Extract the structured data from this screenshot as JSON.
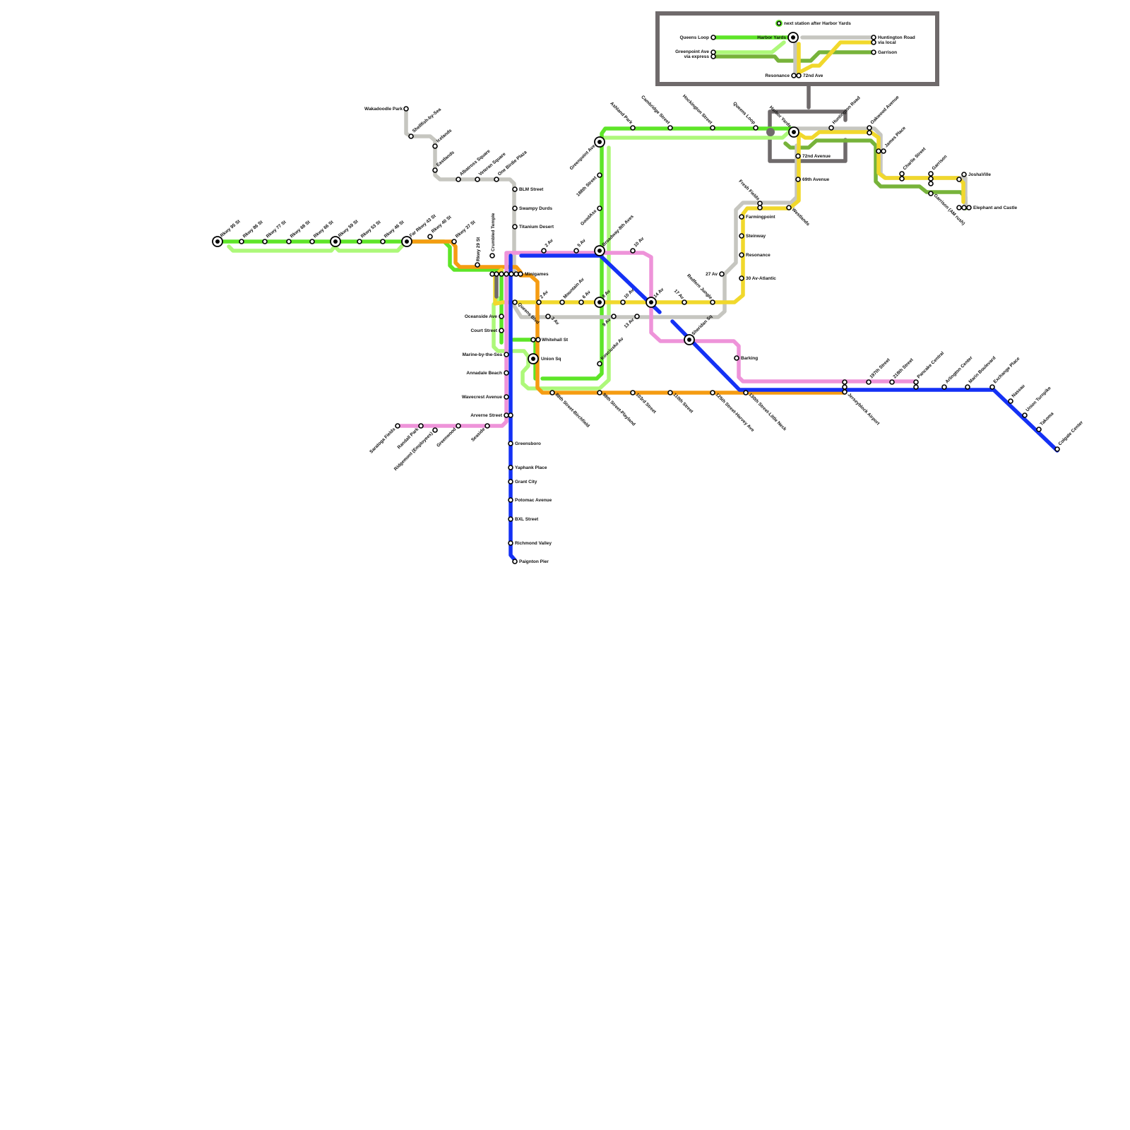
{
  "map": {
    "lines": {
      "green": {
        "color": "#5EE528"
      },
      "lightgreen": {
        "color": "#ADF87A"
      },
      "olive": {
        "color": "#77B33A"
      },
      "gray": {
        "color": "#C6C6C0"
      },
      "orange": {
        "color": "#F59C12"
      },
      "yellow": {
        "color": "#F1D82C"
      },
      "pink": {
        "color": "#EE93D9"
      },
      "blue": {
        "color": "#1431F5"
      },
      "darkgray": {
        "color": "#6F6A6B"
      }
    },
    "inset": {
      "title": "next station after Harbor Yards",
      "harbor_yards": "Harbor Yards",
      "queens_loop": "Queens Loop",
      "greenpoint_line1": "Greenpoint Ave",
      "greenpoint_line2": "via express",
      "huntington_line1": "Huntington Road",
      "huntington_line2": "via local",
      "garrison": "Garrison",
      "resonance": "Resonance",
      "ave72": "72nd Ave"
    },
    "stations": {
      "rkwy95": "Rkwy 95 St",
      "rkwy86": "Rkwy 86 St",
      "rkwy77": "Rkwy 77 St",
      "rkwy68": "Rkwy 68 St",
      "rkwy66": "Rkwy 66 St",
      "rkwy59": "Rkwy 59 St",
      "rkwy53": "Rkwy 53 St",
      "rkwy46": "Rkwy 46 St",
      "rkwy43": "Far Rkwy 43 St",
      "rkwy40": "Rkwy 40 St",
      "rkwy37": "Rkwy 37 St",
      "rkwy29": "Rkwy 29 St",
      "crumbled": "Crumbled Temple",
      "wakadoodle": "Wakadoodle Park",
      "shellfish": "Shellfish-by-Sea",
      "icelands": "Icelands",
      "eastlands": "Eastlands",
      "albatross": "Albatross Square",
      "veteran": "Veteran Square",
      "onebirdie": "One Birdie Plaza",
      "blm": "BLM Street",
      "swampy": "Swampy Durds",
      "titanium": "Titanium Desert",
      "minigames": "Minigames",
      "oceanside": "Oceanside Ave",
      "courtst": "Court Street",
      "marine": "Marine-by-the-Sea",
      "annadale": "Annadale Beach",
      "wavecrest": "Wavecrest Avenue",
      "arverne": "Arverne Street",
      "saratoga": "Saratoga Fields",
      "randall": "Randall Park",
      "ridgemont": "Ridgemont (Employees)",
      "greenwood": "Greenwood",
      "seaside": "Seaside",
      "greensboro": "Greensboro",
      "yaphank": "Yaphank Place",
      "grantcity": "Grant City",
      "potomac": "Potomac Avenue",
      "bxl": "BXL Street",
      "richmond": "Richmond Valley",
      "paignton": "Paignton Pier",
      "queensblvd": "Queens Blvd",
      "av2": "2 Av",
      "av3": "3 Av",
      "av2top": "2 Av",
      "av5top": "5 Av",
      "mountain": "Mountain Av",
      "av6": "6 Av",
      "av8": "8 Av",
      "av9": "9 Av",
      "av10": "10 Av",
      "av10top": "10 Av",
      "av13": "13 Av",
      "av14": "14 Av",
      "av17": "17 Av",
      "av27": "27 Av",
      "redfern": "Redfern Jungle",
      "whitehall": "Whitehall St",
      "unionsq": "Union Sq",
      "kosciusko": "Kosciusko Av",
      "st88": "88th Street-Birchfield",
      "st98": "98th Street-Playland",
      "st103": "103rd Street",
      "st110": "110th Street",
      "st125": "125th Street-Harvey Ave",
      "st130": "130th Street-Little Neck",
      "greenpoint": "Greenpoint Ave",
      "st188": "188th Street",
      "goodass": "GoodAss",
      "broadway": "Broadway-8th Aves",
      "ashland": "Ashland Park",
      "cambridge": "Cambridge Street",
      "hockington": "Hockington Street",
      "queensloop": "Queens Loop",
      "harboryards": "Harbor Yards",
      "huntington": "Huntington Road",
      "oakwood": "Oakwood Avenue",
      "jamesplace": "James Place",
      "charlie": "Charlie Street",
      "garrison": "Garrison",
      "garrisonam": "Garrison (AM rush)",
      "joshaville": "JoshaVille",
      "elephant": "Elephant and Castle",
      "ave72": "72nd Avenue",
      "ave69": "69th Avenue",
      "westlands": "Westlands",
      "freshfields": "Fresh Fields",
      "farmingpoint": "Farmingpoint",
      "steinway": "Steinway",
      "resonance": "Resonance",
      "av30": "30 Av-Atlantic",
      "sheridan": "Sheridan Sq",
      "barking": "Barking",
      "jerseyblock": "Jerseyblock Airport",
      "st197": "197th Street",
      "st218": "218th Street",
      "pancake": "Pancake Central",
      "arlington": "Arlington Center",
      "marin": "Marin Boulevard",
      "exchange": "Exchange Place",
      "nassau": "Nassau",
      "unionturnpike": "Union Turnpike",
      "takoma": "Takoma",
      "colgate": "Colgate Center"
    }
  }
}
